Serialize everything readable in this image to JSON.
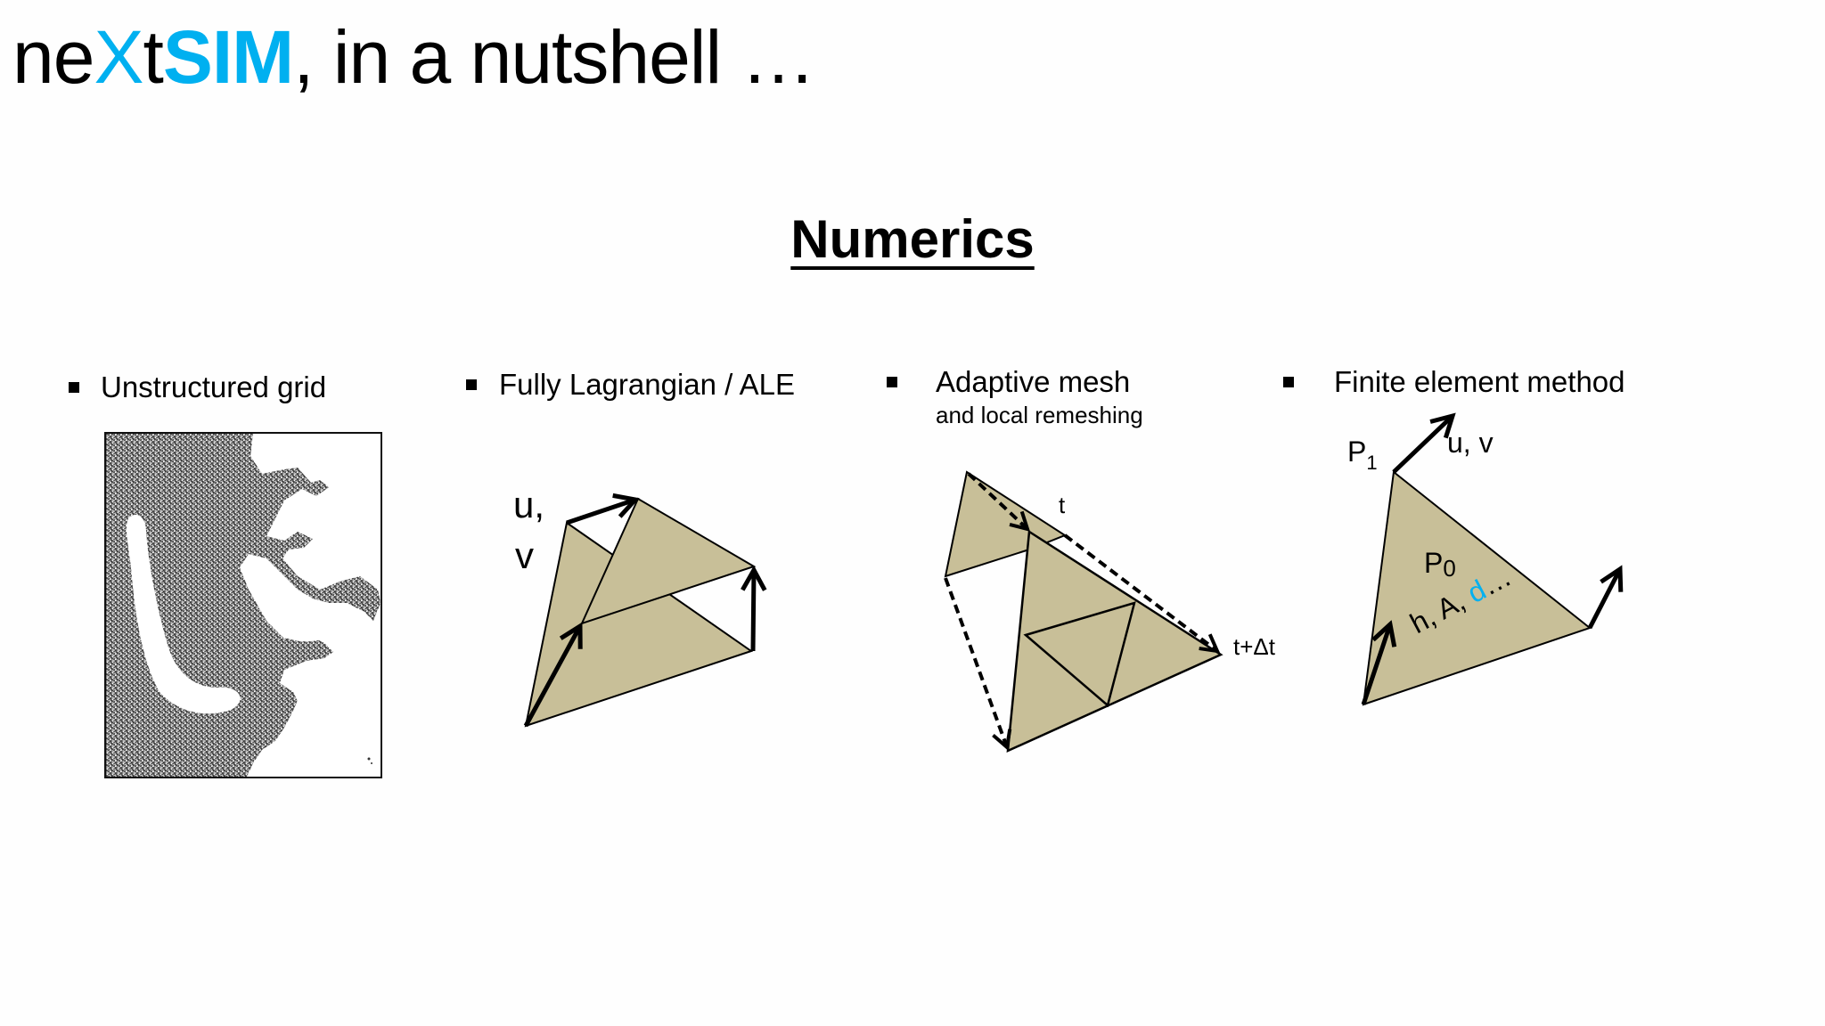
{
  "title": {
    "part1": "ne",
    "part2_accent": "X",
    "part3": "t",
    "part4_accent_bold": "SIM",
    "part5": ", in a nutshell …",
    "accent_color": "#00B0F0"
  },
  "section_heading": "Numerics",
  "bullets": [
    {
      "label": "Unstructured grid"
    },
    {
      "label": "Fully Lagrangian / ALE"
    },
    {
      "label": "Adaptive mesh",
      "sublabel": "and local remeshing"
    },
    {
      "label": "Finite element method"
    }
  ],
  "diagrams": {
    "lagrangian": {
      "velocity_label_u": "u,",
      "velocity_label_v": "v"
    },
    "adaptive": {
      "time_label": "t",
      "next_time_label": "t+Δt"
    },
    "fem": {
      "node_label": "P",
      "node_subscript": "1",
      "node_vars": "u, v",
      "element_label": "P",
      "element_subscript": "0",
      "element_vars_prefix": "h, A, ",
      "element_vars_accent": "d",
      "element_vars_suffix": "…"
    },
    "fill_color": "#C8BF98"
  }
}
